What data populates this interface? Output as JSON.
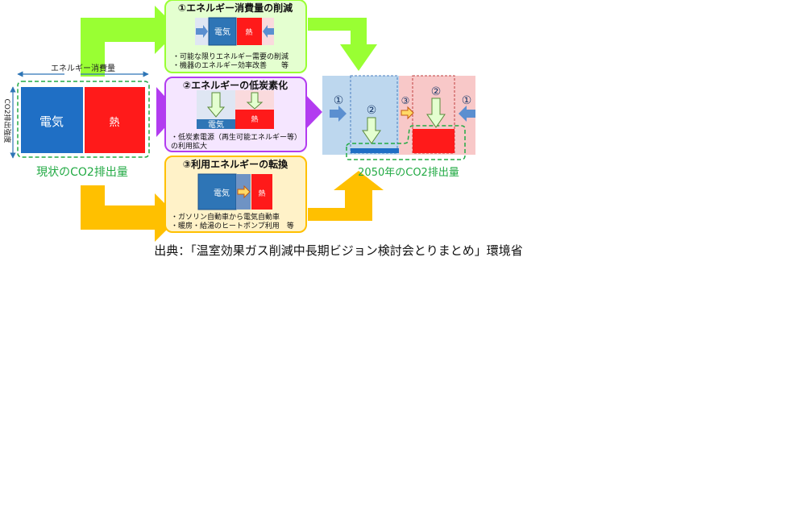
{
  "colors": {
    "electric": "#1f6fc5",
    "heat": "#ff1a1a",
    "green_arrow": "#99ff33",
    "purple_arrow": "#b23cf0",
    "yellow_arrow": "#ffc000",
    "outcome_green": "#22aa44"
  },
  "current": {
    "energy_axis_label": "エネルギー消費量",
    "co2_axis_label": "CO2排出強度",
    "electric_label": "電気",
    "heat_label": "熱",
    "caption": "現状のCO2排出量"
  },
  "measures": [
    {
      "title": "①エネルギー消費量の削減",
      "electric_label": "電気",
      "heat_label": "熱",
      "lines": [
        "・可能な限りエネルギー需要の削減",
        "・機器のエネルギー効率改善　　等"
      ]
    },
    {
      "title": "②エネルギーの低炭素化",
      "electric_label": "電気",
      "heat_label": "熱",
      "lines": [
        "・低炭素電源（再生可能エネルギー等）",
        "の利用拡大"
      ]
    },
    {
      "title": "③利用エネルギーの転換",
      "electric_label": "電気",
      "heat_label": "熱",
      "lines": [
        "・ガソリン自動車から電気自動車",
        "・暖房・給湯のヒートポンプ利用　等"
      ]
    }
  ],
  "future": {
    "marker_1_left": "①",
    "marker_2_left": "②",
    "marker_3": "③",
    "marker_2_right": "②",
    "marker_1_right": "①",
    "caption": "2050年のCO2排出量"
  },
  "source": "出典：「温室効果ガス削減中長期ビジョン検討会とりまとめ」環境省"
}
